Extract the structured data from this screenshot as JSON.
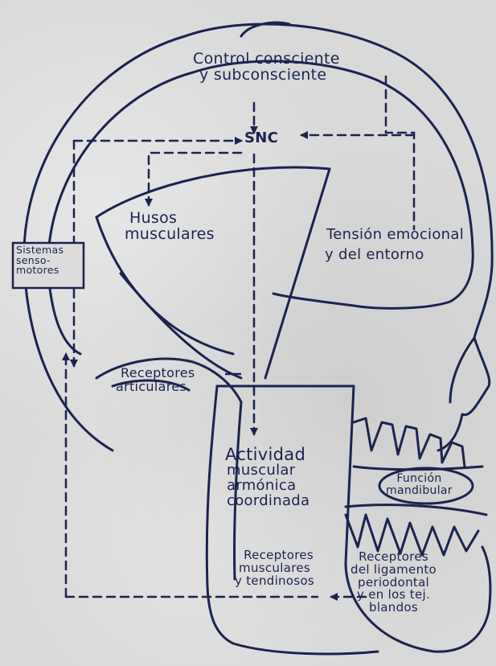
{
  "labels": {
    "control_line1": "Control consciente",
    "control_line2": "y subconsciente",
    "snc": "SNC",
    "husos_line1": "Husos",
    "husos_line2": "musculares",
    "tension_line1": "Tensión emocional",
    "tension_line2": "y del entorno",
    "sistemas_line1": "Sistemas",
    "sistemas_line2": "senso-",
    "sistemas_line3": "motores",
    "receptores_art_line1": "Receptores",
    "receptores_art_line2": "articulares",
    "actividad_line1": "Actividad",
    "actividad_line2": "muscular",
    "actividad_line3": "armónica",
    "actividad_line4": "coordinada",
    "funcion_line1": "Función",
    "funcion_line2": "mandibular",
    "receptores_musc_line1": "Receptores",
    "receptores_musc_line2": "musculares",
    "receptores_musc_line3": "y tendinosos",
    "receptores_lig_line1": "Receptores",
    "receptores_lig_line2": "del ligamento",
    "receptores_lig_line3": "periodontal",
    "receptores_lig_line4": "y en los tej.",
    "receptores_lig_line5": "blandos"
  },
  "colors": {
    "ink": "#1b2350",
    "paper": "#d9d9d9"
  }
}
